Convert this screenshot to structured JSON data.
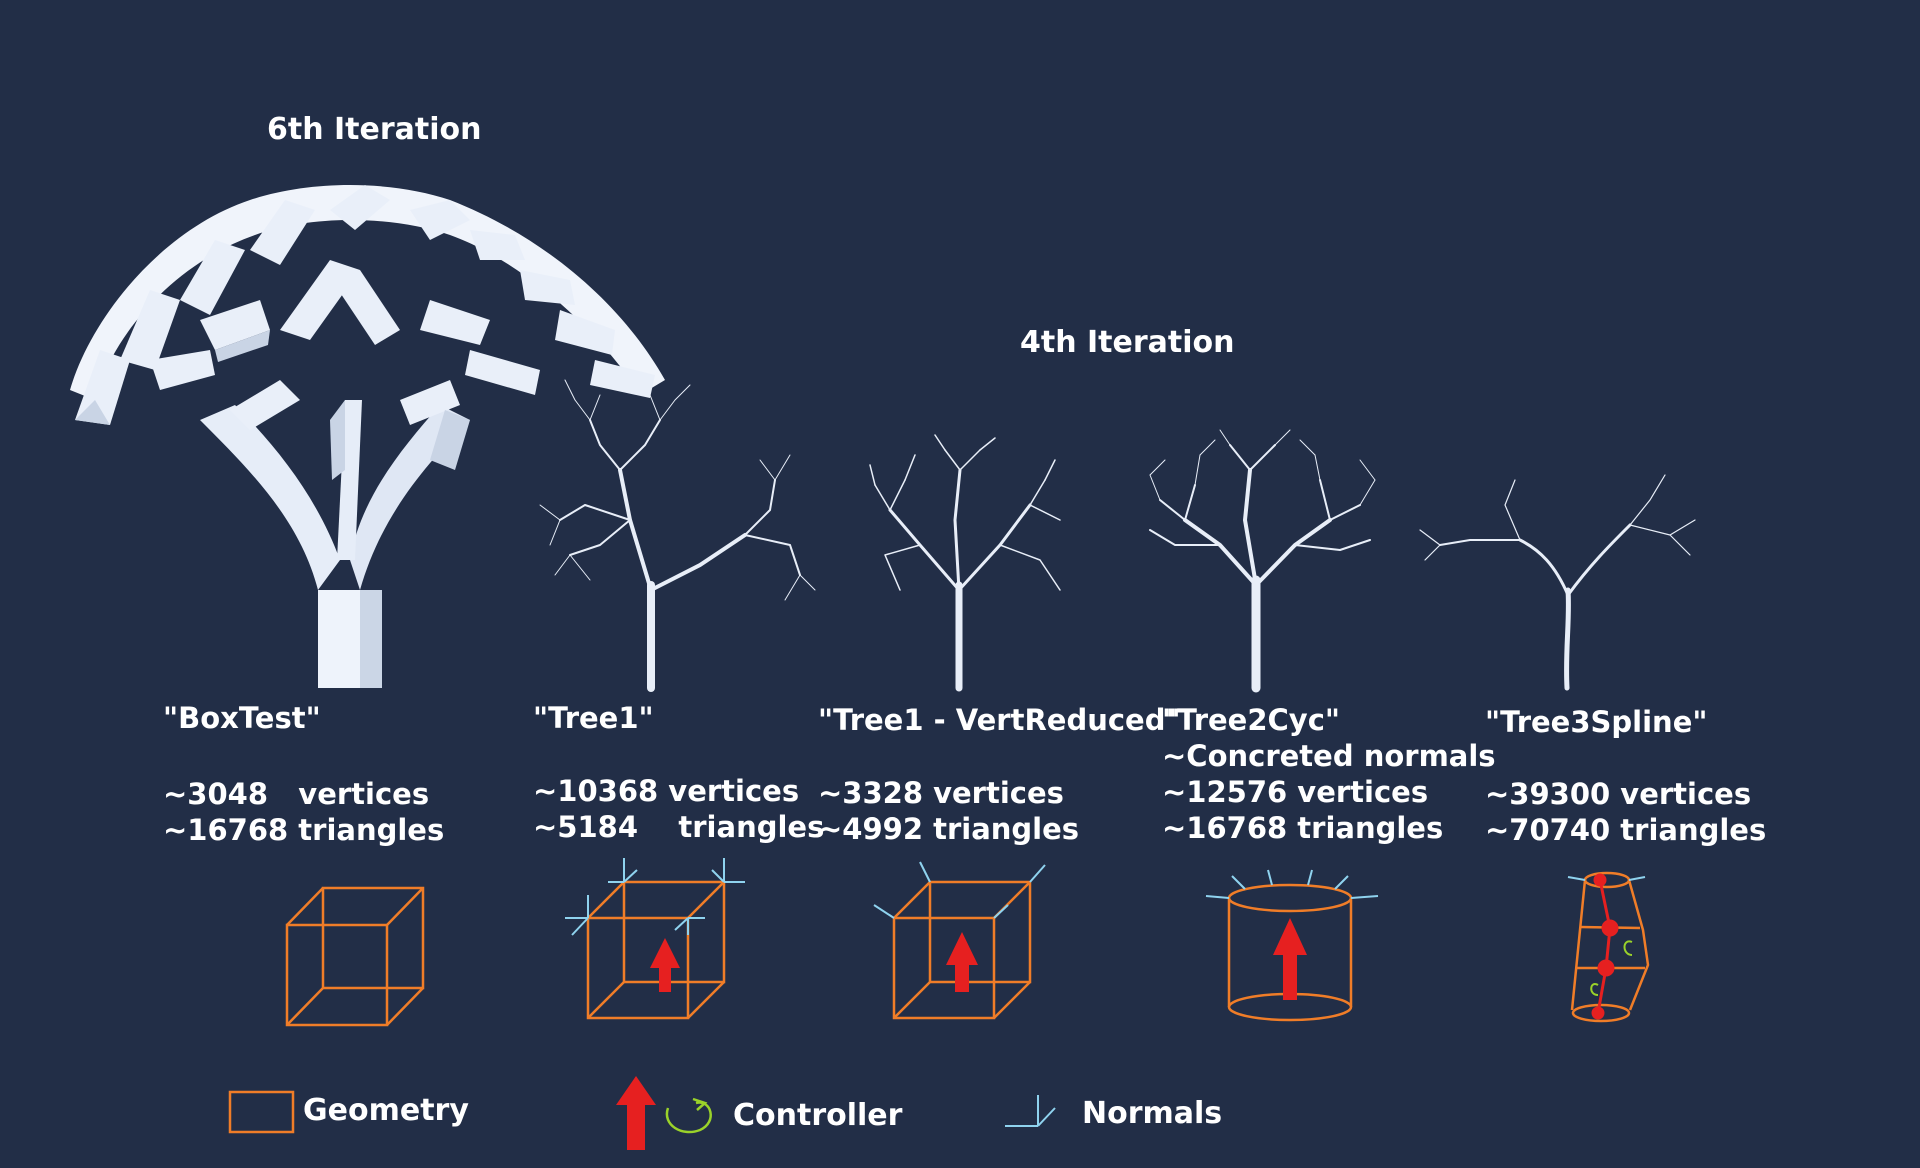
{
  "headings": {
    "sixth": "6th Iteration",
    "fourth": "4th Iteration"
  },
  "models": [
    {
      "name": "\"BoxTest\"",
      "stats": "~3048   vertices\n~16768 triangles",
      "icon": "box-geometry-icon"
    },
    {
      "name": "\"Tree1\"",
      "stats": "~10368 vertices\n~5184    triangles",
      "icon": "box-with-normals-and-controller-icon"
    },
    {
      "name": "\"Tree1 - VertReduced\"",
      "stats": "~3328 vertices\n~4992 triangles",
      "icon": "box-with-reduced-normals-and-controller-icon"
    },
    {
      "name": "\"Tree2Cyc\"",
      "note": "~Concreted normals",
      "stats": "~12576 vertices\n~16768 triangles",
      "icon": "cylinder-with-normals-and-controller-icon"
    },
    {
      "name": "\"Tree3Spline\"",
      "stats": "~39300 vertices\n~70740 triangles",
      "icon": "spline-segments-with-controllers-icon"
    }
  ],
  "legend": {
    "geometry": "Geometry",
    "controller": "Controller",
    "normals": "Normals"
  },
  "colors": {
    "background": "#222e47",
    "geometry": "#f07d28",
    "controller_arrow": "#e62020",
    "controller_rotate": "#9ad22a",
    "normals": "#8fd3ef",
    "tree": "#e8eef8"
  }
}
